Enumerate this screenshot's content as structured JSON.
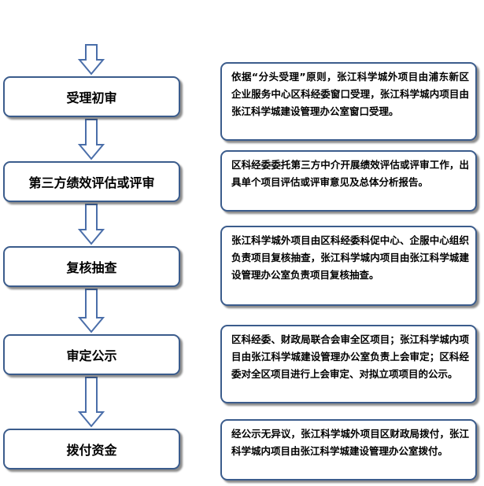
{
  "steps": [
    {
      "label": "受理初审",
      "note": "依据“分头受理”原则，张江科学城外项目由浦东新区企业服务中心区科经委窗口受理，张江科学城内项目由张江科学城建设管理办公室窗口受理。"
    },
    {
      "label": "第三方绩效评估或评审",
      "note": "区科经委委托第三方中介开展绩效评估或评审工作，出具单个项目评估或评审意见及总体分析报告。"
    },
    {
      "label": "复核抽查",
      "note": "张江科学城外项目由区科经委科促中心、企服中心组织负责项目复核抽查，张江科学城内项目由张江科学城建设管理办公室负责项目复核抽查。"
    },
    {
      "label": "审定公示",
      "note": "区科经委、财政局联合会审全区项目；张江科学城内项目由张江科学城建设管理办公室负责上会审定；区科经委对全区项目进行上会审定、对拟立项项目的公示。"
    },
    {
      "label": "拨付资金",
      "note": "经公示无异议，张江科学城外项目区财政局拨付，张江科学城内项目由张江科学城建设管理办公室拨付。"
    }
  ],
  "colors": {
    "border": "#3b5c8c",
    "arrow": "#4a6ea9"
  }
}
